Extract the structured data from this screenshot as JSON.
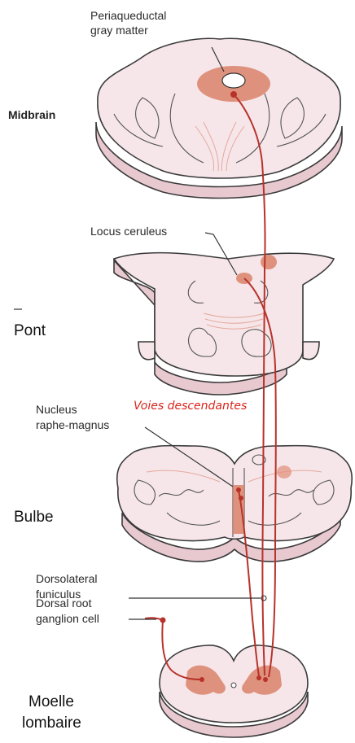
{
  "labels": {
    "periaqueductal_line1": "Periaqueductal",
    "periaqueductal_line2": "gray matter",
    "midbrain": "Midbrain",
    "locus_ceruleus": "Locus ceruleus",
    "pont": "Pont",
    "voies_descendantes": "Voies descendantes",
    "nucleus_line1": "Nucleus",
    "nucleus_line2": "raphe-magnus",
    "bulbe": "Bulbe",
    "dorsolateral_line1": "Dorsolateral",
    "dorsolateral_line2": "funiculus",
    "dorsal_root_line1": "Dorsal root",
    "dorsal_root_line2": "ganglion cell",
    "moelle_line1": "Moelle",
    "moelle_line2": "lombaire"
  },
  "colors": {
    "tissue": "#f6e6ea",
    "highlight": "#d9826a",
    "pathway": "#b8322a",
    "annotation_red": "#d8251c"
  }
}
